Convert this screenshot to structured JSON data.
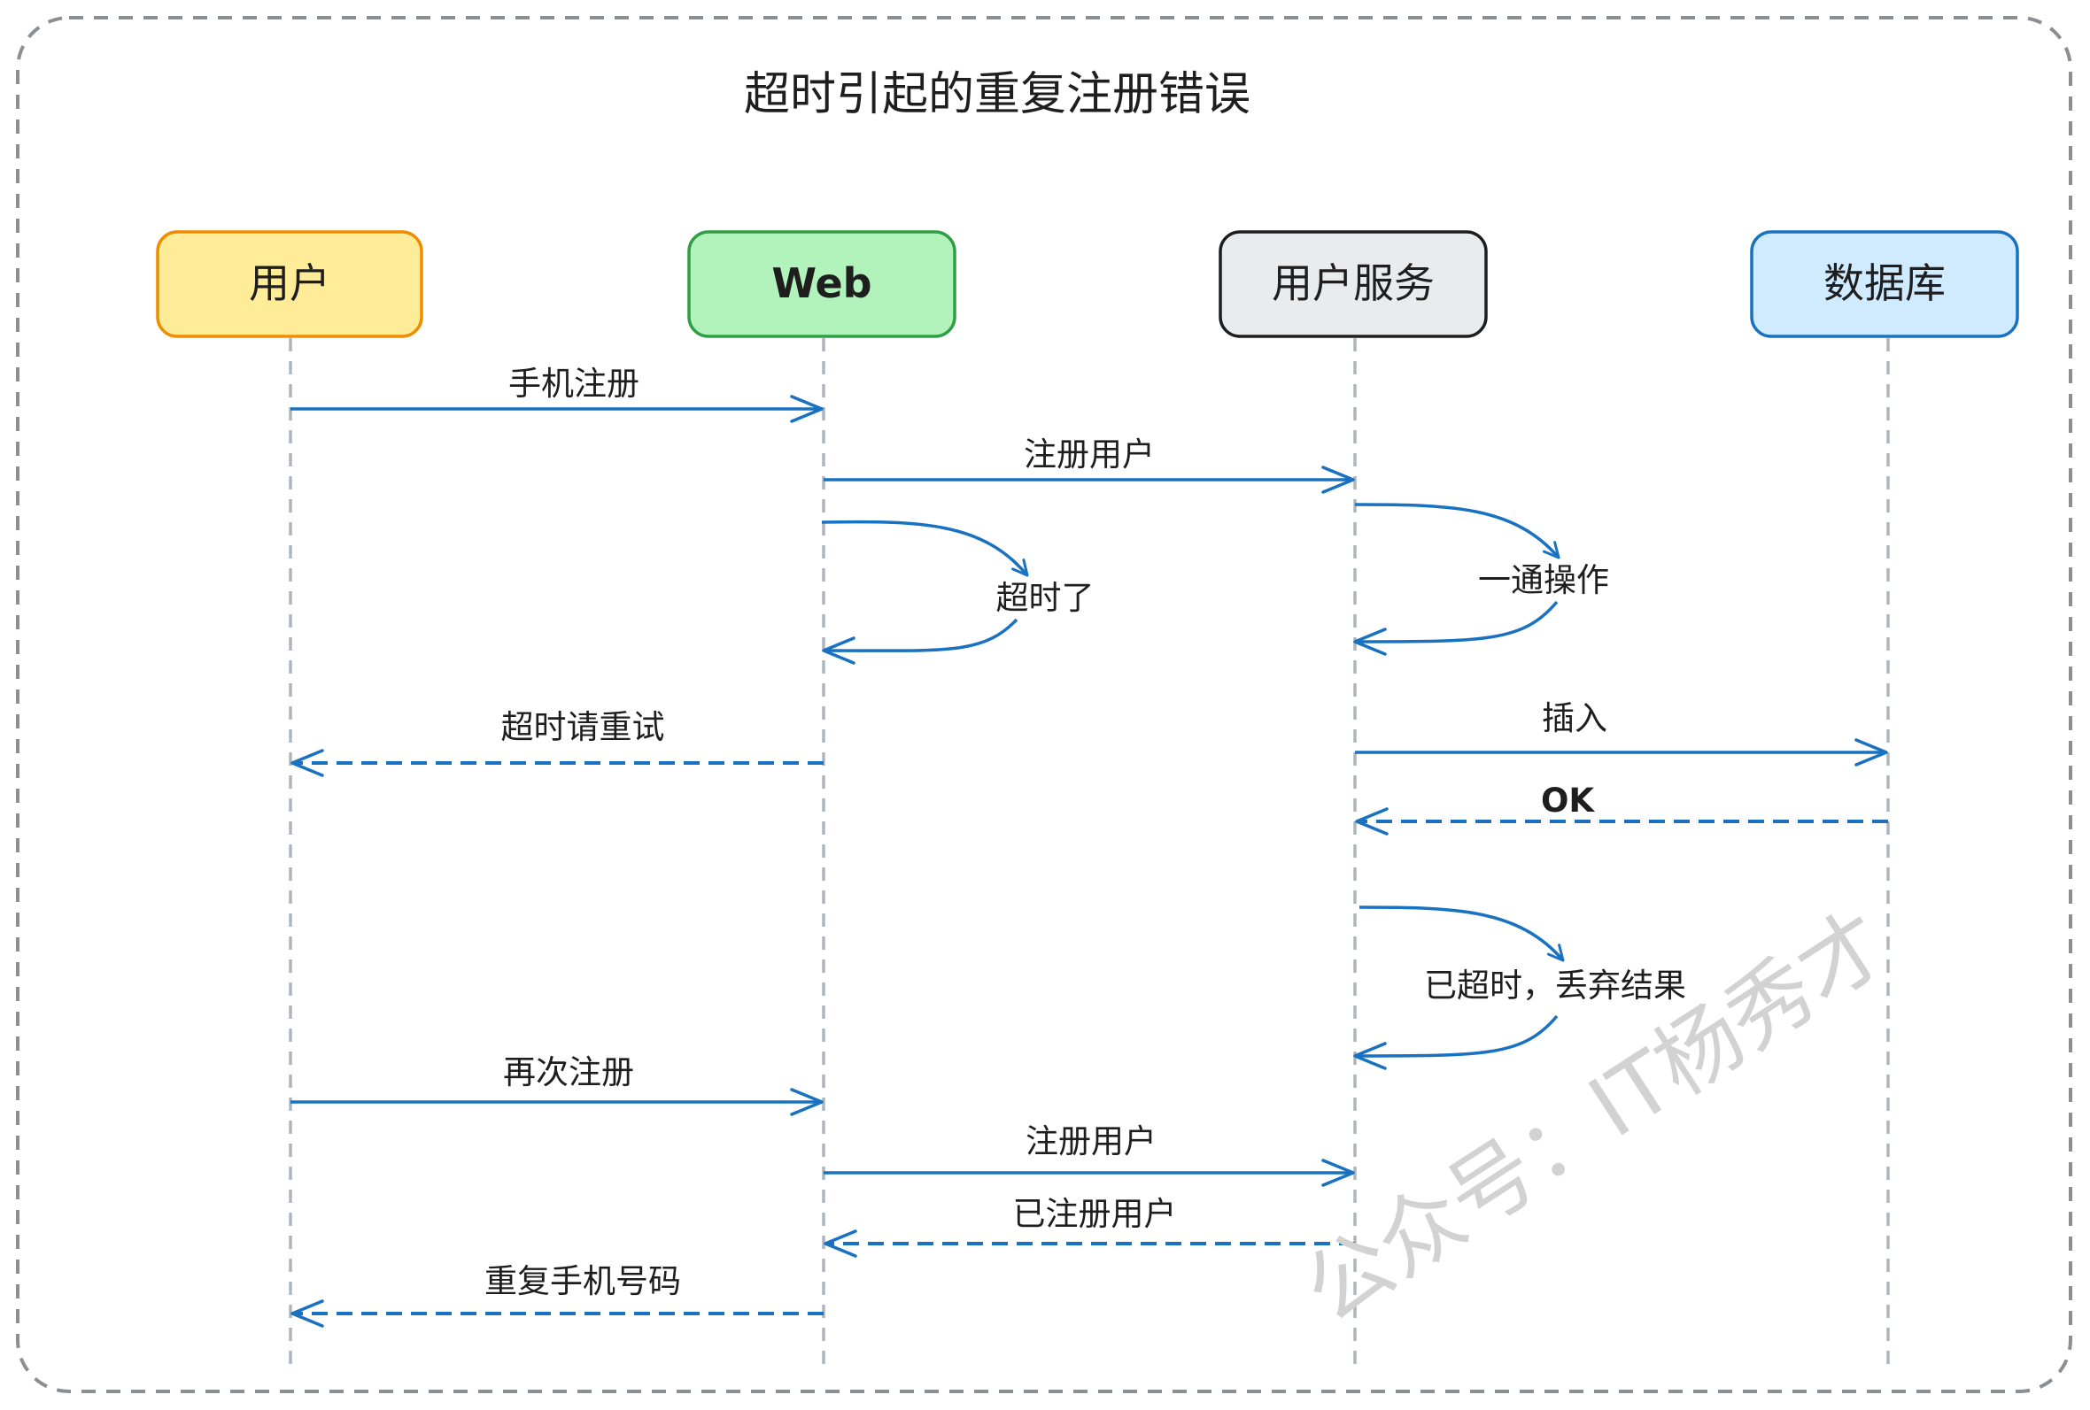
{
  "title": "超时引起的重复注册错误",
  "colors": {
    "arrow": "#1971c2",
    "lifeline": "#adb5bd",
    "frame": "#8a8f94"
  },
  "actors": [
    {
      "id": "user",
      "label": "用户",
      "fill": "#ffec99",
      "stroke": "#f08c00"
    },
    {
      "id": "web",
      "label": "Web",
      "fill": "#b2f2bb",
      "stroke": "#2f9e44"
    },
    {
      "id": "service",
      "label": "用户服务",
      "fill": "#e9ecef",
      "stroke": "#1e1e1e"
    },
    {
      "id": "db",
      "label": "数据库",
      "fill": "#d0ebff",
      "stroke": "#1971c2"
    }
  ],
  "messages": [
    {
      "from": "user",
      "to": "web",
      "label": "手机注册",
      "style": "solid"
    },
    {
      "from": "web",
      "to": "service",
      "label": "注册用户",
      "style": "solid"
    },
    {
      "from": "web",
      "to": "web",
      "label": "超时了",
      "style": "self"
    },
    {
      "from": "service",
      "to": "service",
      "label": "一通操作",
      "style": "self"
    },
    {
      "from": "web",
      "to": "user",
      "label": "超时请重试",
      "style": "dashed"
    },
    {
      "from": "service",
      "to": "db",
      "label": "插入",
      "style": "solid"
    },
    {
      "from": "db",
      "to": "service",
      "label": "OK",
      "style": "dashed"
    },
    {
      "from": "service",
      "to": "service",
      "label": "已超时，丢弃结果",
      "style": "self"
    },
    {
      "from": "user",
      "to": "web",
      "label": "再次注册",
      "style": "solid"
    },
    {
      "from": "web",
      "to": "service",
      "label": "注册用户",
      "style": "solid"
    },
    {
      "from": "service",
      "to": "web",
      "label": "已注册用户",
      "style": "dashed"
    },
    {
      "from": "web",
      "to": "user",
      "label": "重复手机号码",
      "style": "dashed"
    }
  ],
  "watermark": "公众号：IT杨秀才"
}
